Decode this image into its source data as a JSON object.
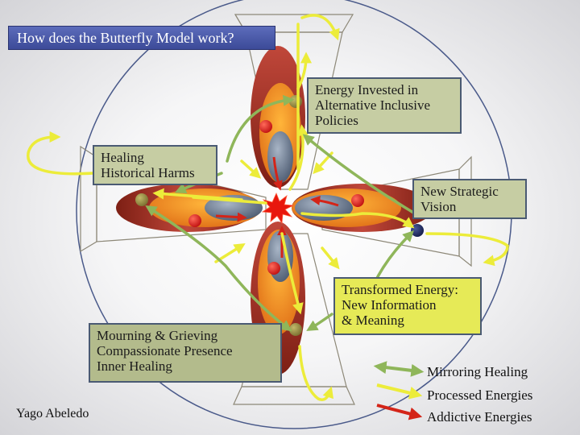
{
  "title": "How does the Butterfly Model work?",
  "labels": {
    "energy_invested": [
      "Energy Invested in",
      "Alternative Inclusive",
      "Policies"
    ],
    "healing_harms": [
      "Healing",
      "Historical Harms"
    ],
    "new_vision": [
      "New Strategic",
      "Vision"
    ],
    "transformed_energy": [
      "Transformed Energy:",
      "New Information",
      "& Meaning"
    ],
    "mourning": [
      "Mourning & Grieving",
      "Compassionate Presence",
      "Inner Healing"
    ]
  },
  "legend": [
    {
      "label": "Mirroring Healing",
      "color": "#8fb65a"
    },
    {
      "label": "Processed Energies",
      "color": "#ecec3a"
    },
    {
      "label": "Addictive Energies",
      "color": "#d42418"
    }
  ],
  "author": "Yago Abeledo"
}
